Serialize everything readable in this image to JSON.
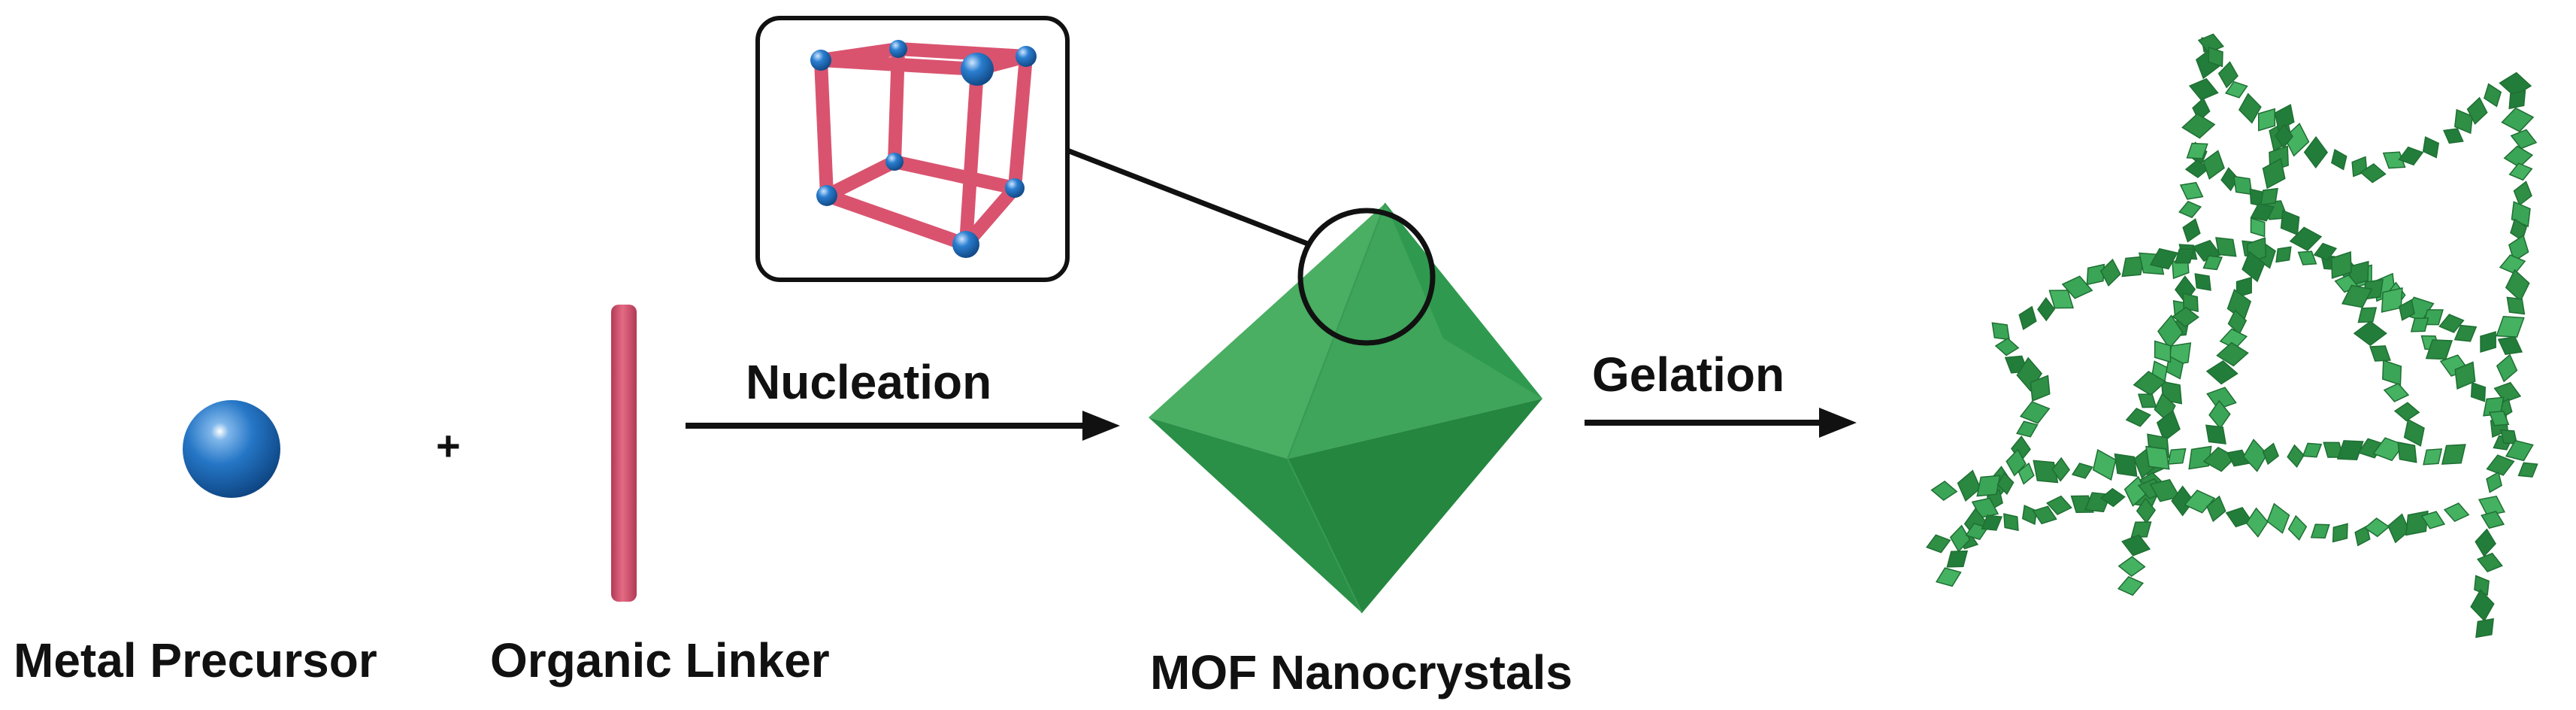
{
  "labels": {
    "metal_precursor": "Metal Precursor",
    "organic_linker": "Organic Linker",
    "mof_nanocrystals": "MOF Nanocrystals",
    "plus": "+",
    "nucleation": "Nucleation",
    "gelation": "Gelation"
  },
  "colors": {
    "metal_sphere": "#1e6fc0",
    "linker_rod": "#d9536f",
    "octahedron": "#2f9e4f",
    "network": "#2e8f45",
    "arrow": "#111111",
    "text": "#111111"
  }
}
